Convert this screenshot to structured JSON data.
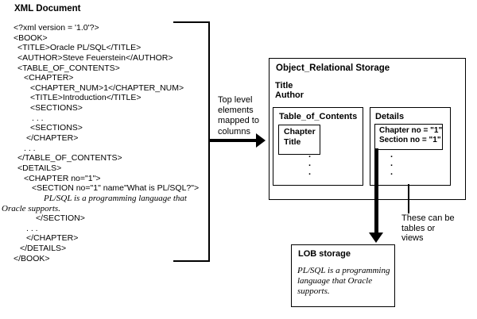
{
  "figure": {
    "title": "XML Document"
  },
  "xml_document": {
    "lines": [
      "<?xml version = '1.0'?>",
      "<BOOK>",
      "<TITLE>Oracle PL/SQL</TITLE>",
      "<AUTHOR>Steve Feuerstein</AUTHOR>",
      "<TABLE_OF_CONTENTS>",
      "<CHAPTER>",
      "<CHAPTER_NUM>1</CHAPTER_NUM>",
      "<TITLE>Introduction</TITLE>",
      "<SECTIONS>",
      ". . .",
      "<SECTIONS>",
      "</CHAPTER>",
      ". . .",
      "</TABLE_OF_CONTENTS>",
      "<DETAILS>",
      "<CHAPTER no=\"1\">",
      "<SECTION no=\"1\" name\"What is PL/SQL?\">",
      "PL/SQL is a programming language that",
      "Oracle supports.",
      "</SECTION>",
      ". . .",
      "</CHAPTER>",
      "</DETAILS>",
      "</BOOK>"
    ]
  },
  "mapping": {
    "label": "Top level\nelements\nmapped to\ncolumns"
  },
  "storage": {
    "title": "Object_Relational Storage",
    "top_columns": "Title\nAuthor",
    "toc_table": {
      "title": "Table_of_Contents",
      "cell": "Chapter\nTitle",
      "ellipsis": ".\n.\n."
    },
    "details_table": {
      "title": "Details",
      "cell": "Chapter no = \"1\"\nSection no = \"1\"",
      "ellipsis": ".\n.\n."
    }
  },
  "callout": {
    "text": "These can be\ntables or\nviews"
  },
  "lob": {
    "title": "LOB storage",
    "text": "PL/SQL is a programming\nlanguage that Oracle\nsupports."
  },
  "colors": {
    "ink": "#000000",
    "background": "#ffffff"
  }
}
